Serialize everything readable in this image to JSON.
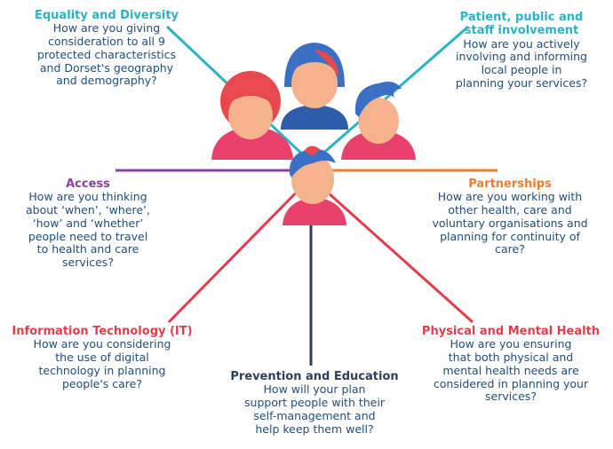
{
  "colors": {
    "teal": "#2bb3c4",
    "purple": "#8b3fa8",
    "orange": "#ef7d2d",
    "red": "#e33d4b",
    "navy": "#2f3e5a",
    "body_text": "#1f4e79",
    "skin": "#f5b38d",
    "hair_red": "#e8494c",
    "hair_blue": "#3a6fc4",
    "shirt_pink": "#e8416b",
    "shirt_blue": "#2f5da8"
  },
  "icons": [
    "people-group-icon"
  ],
  "sections": {
    "equality": {
      "title": "Equality and Diversity",
      "lines": [
        "How are you giving",
        "consideration to all 9",
        "protected characteristics",
        "and Dorset's geography",
        "and demography?"
      ]
    },
    "patient": {
      "title_lines": [
        "Patient, public and",
        "staff involvement"
      ],
      "lines": [
        "How are you actively",
        "involving and informing",
        "local people in",
        "planning your services?"
      ]
    },
    "access": {
      "title": "Access",
      "lines": [
        "How are you thinking",
        "about ‘when’, ‘where’,",
        "‘how’ and ‘whether’",
        "people need to travel",
        "to health and care",
        "services?"
      ]
    },
    "partnerships": {
      "title": "Partnerships",
      "lines": [
        "How are you working with",
        "other health, care and",
        "voluntary organisations and",
        "planning for continuity of",
        "care?"
      ]
    },
    "it": {
      "title": "Information Technology (IT)",
      "lines": [
        "How are you considering",
        "the use of digital",
        "technology in planning",
        "people's care?"
      ]
    },
    "physical": {
      "title": "Physical and Mental Health",
      "lines": [
        "How are you ensuring",
        "that both physical and",
        "mental health needs are",
        "considered in planning your",
        "services?"
      ]
    },
    "prevention": {
      "title": "Prevention and Education",
      "lines": [
        "How will your plan",
        "support people with their",
        "self-management and",
        "help keep them well?"
      ]
    }
  }
}
